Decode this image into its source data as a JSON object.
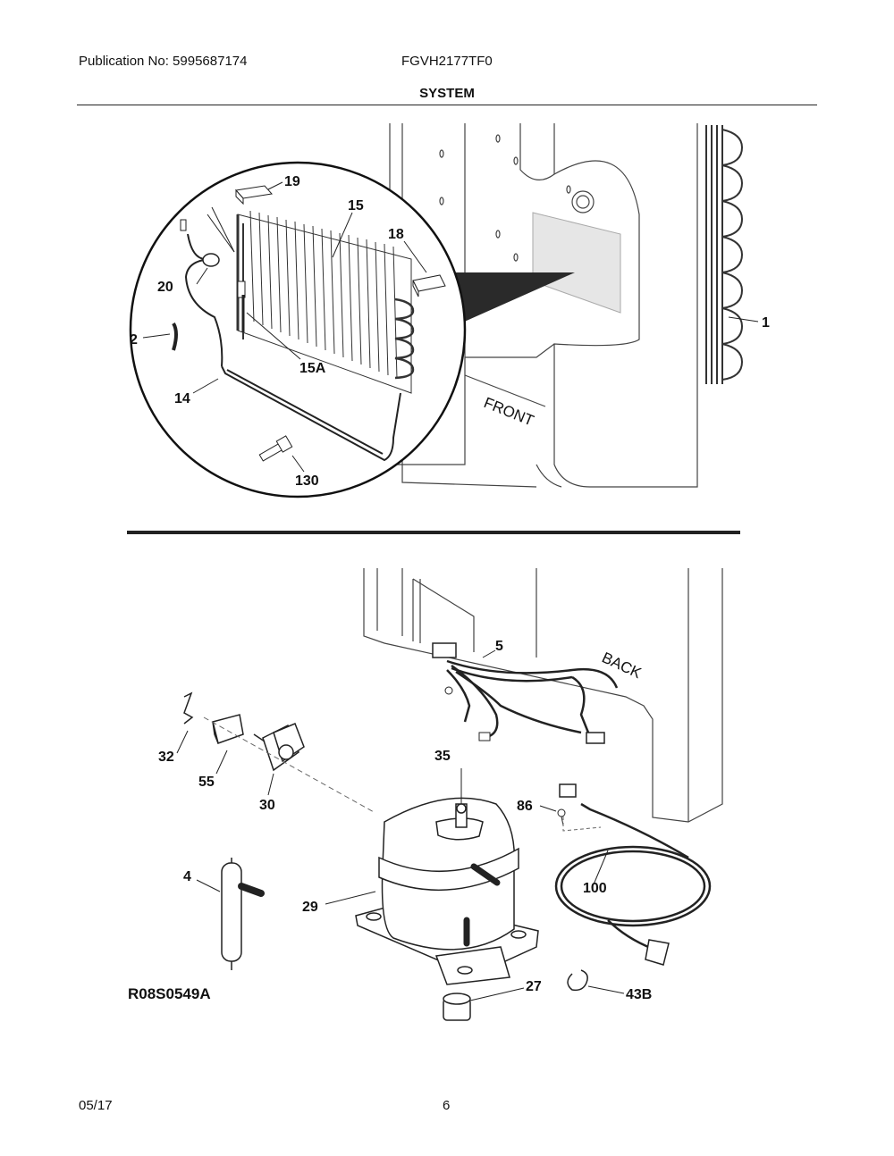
{
  "header": {
    "publication": "Publication No: 5995687174",
    "model": "FGVH2177TF0",
    "section": "SYSTEM"
  },
  "diagram": {
    "side_labels": {
      "front": "FRONT",
      "back": "BACK"
    },
    "drawing_code": "R08S0549A",
    "callouts": {
      "c1": "1",
      "c2": "2",
      "c14": "14",
      "c15": "15",
      "c15a": "15A",
      "c18": "18",
      "c19": "19",
      "c20": "20",
      "c130": "130",
      "c5": "5",
      "c32": "32",
      "c55": "55",
      "c30": "30",
      "c35": "35",
      "c86": "86",
      "c100": "100",
      "c4": "4",
      "c29": "29",
      "c27": "27",
      "c43b": "43B"
    }
  },
  "footer": {
    "date": "05/17",
    "page": "6"
  }
}
